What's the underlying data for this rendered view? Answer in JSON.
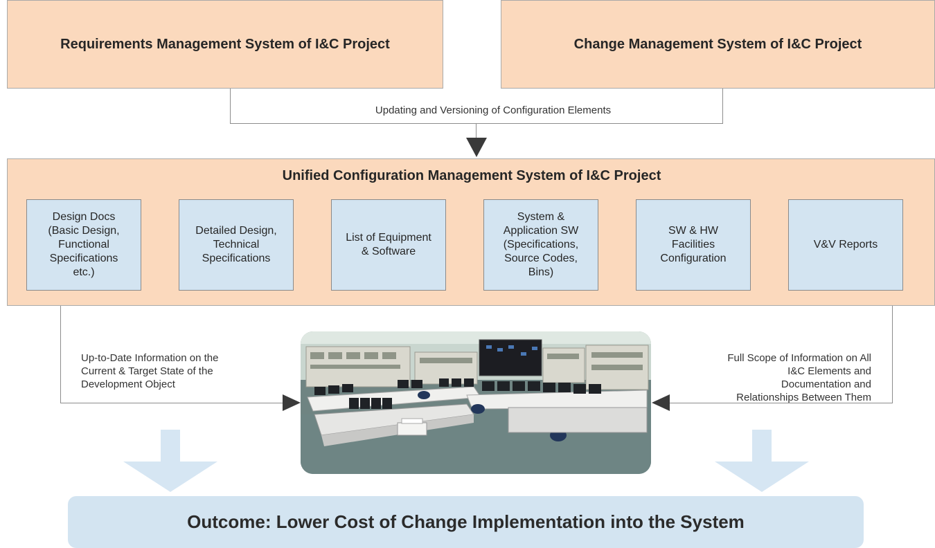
{
  "top_left": "Requirements Management System of I&C Project",
  "top_right": "Change Management System of I&C Project",
  "connector_label": "Updating and Versioning of Configuration Elements",
  "unified": {
    "title": "Unified Configuration Management System of I&C Project",
    "items": [
      "Design Docs\n(Basic Design,\nFunctional\nSpecifications\netc.)",
      "Detailed Design,\nTechnical\nSpecifications",
      "List of Equipment\n& Software",
      "System &\nApplication SW\n(Specifications,\nSource Codes,\nBins)",
      "SW & HW\nFacilities\nConfiguration",
      "V&V Reports"
    ]
  },
  "left_note": "Up-to-Date Information on the\nCurrent & Target State of the\nDevelopment Object",
  "right_note": "Full Scope of Information on All\nI&C Elements and\nDocumentation  and\nRelationships Between Them",
  "outcome": "Outcome: Lower Cost of Change Implementation into the System",
  "colors": {
    "peach": "#fbd9bd",
    "light_blue": "#d3e4f1",
    "arrow_blue": "#d6e6f3",
    "outcome_bg": "#d3e4f1"
  }
}
